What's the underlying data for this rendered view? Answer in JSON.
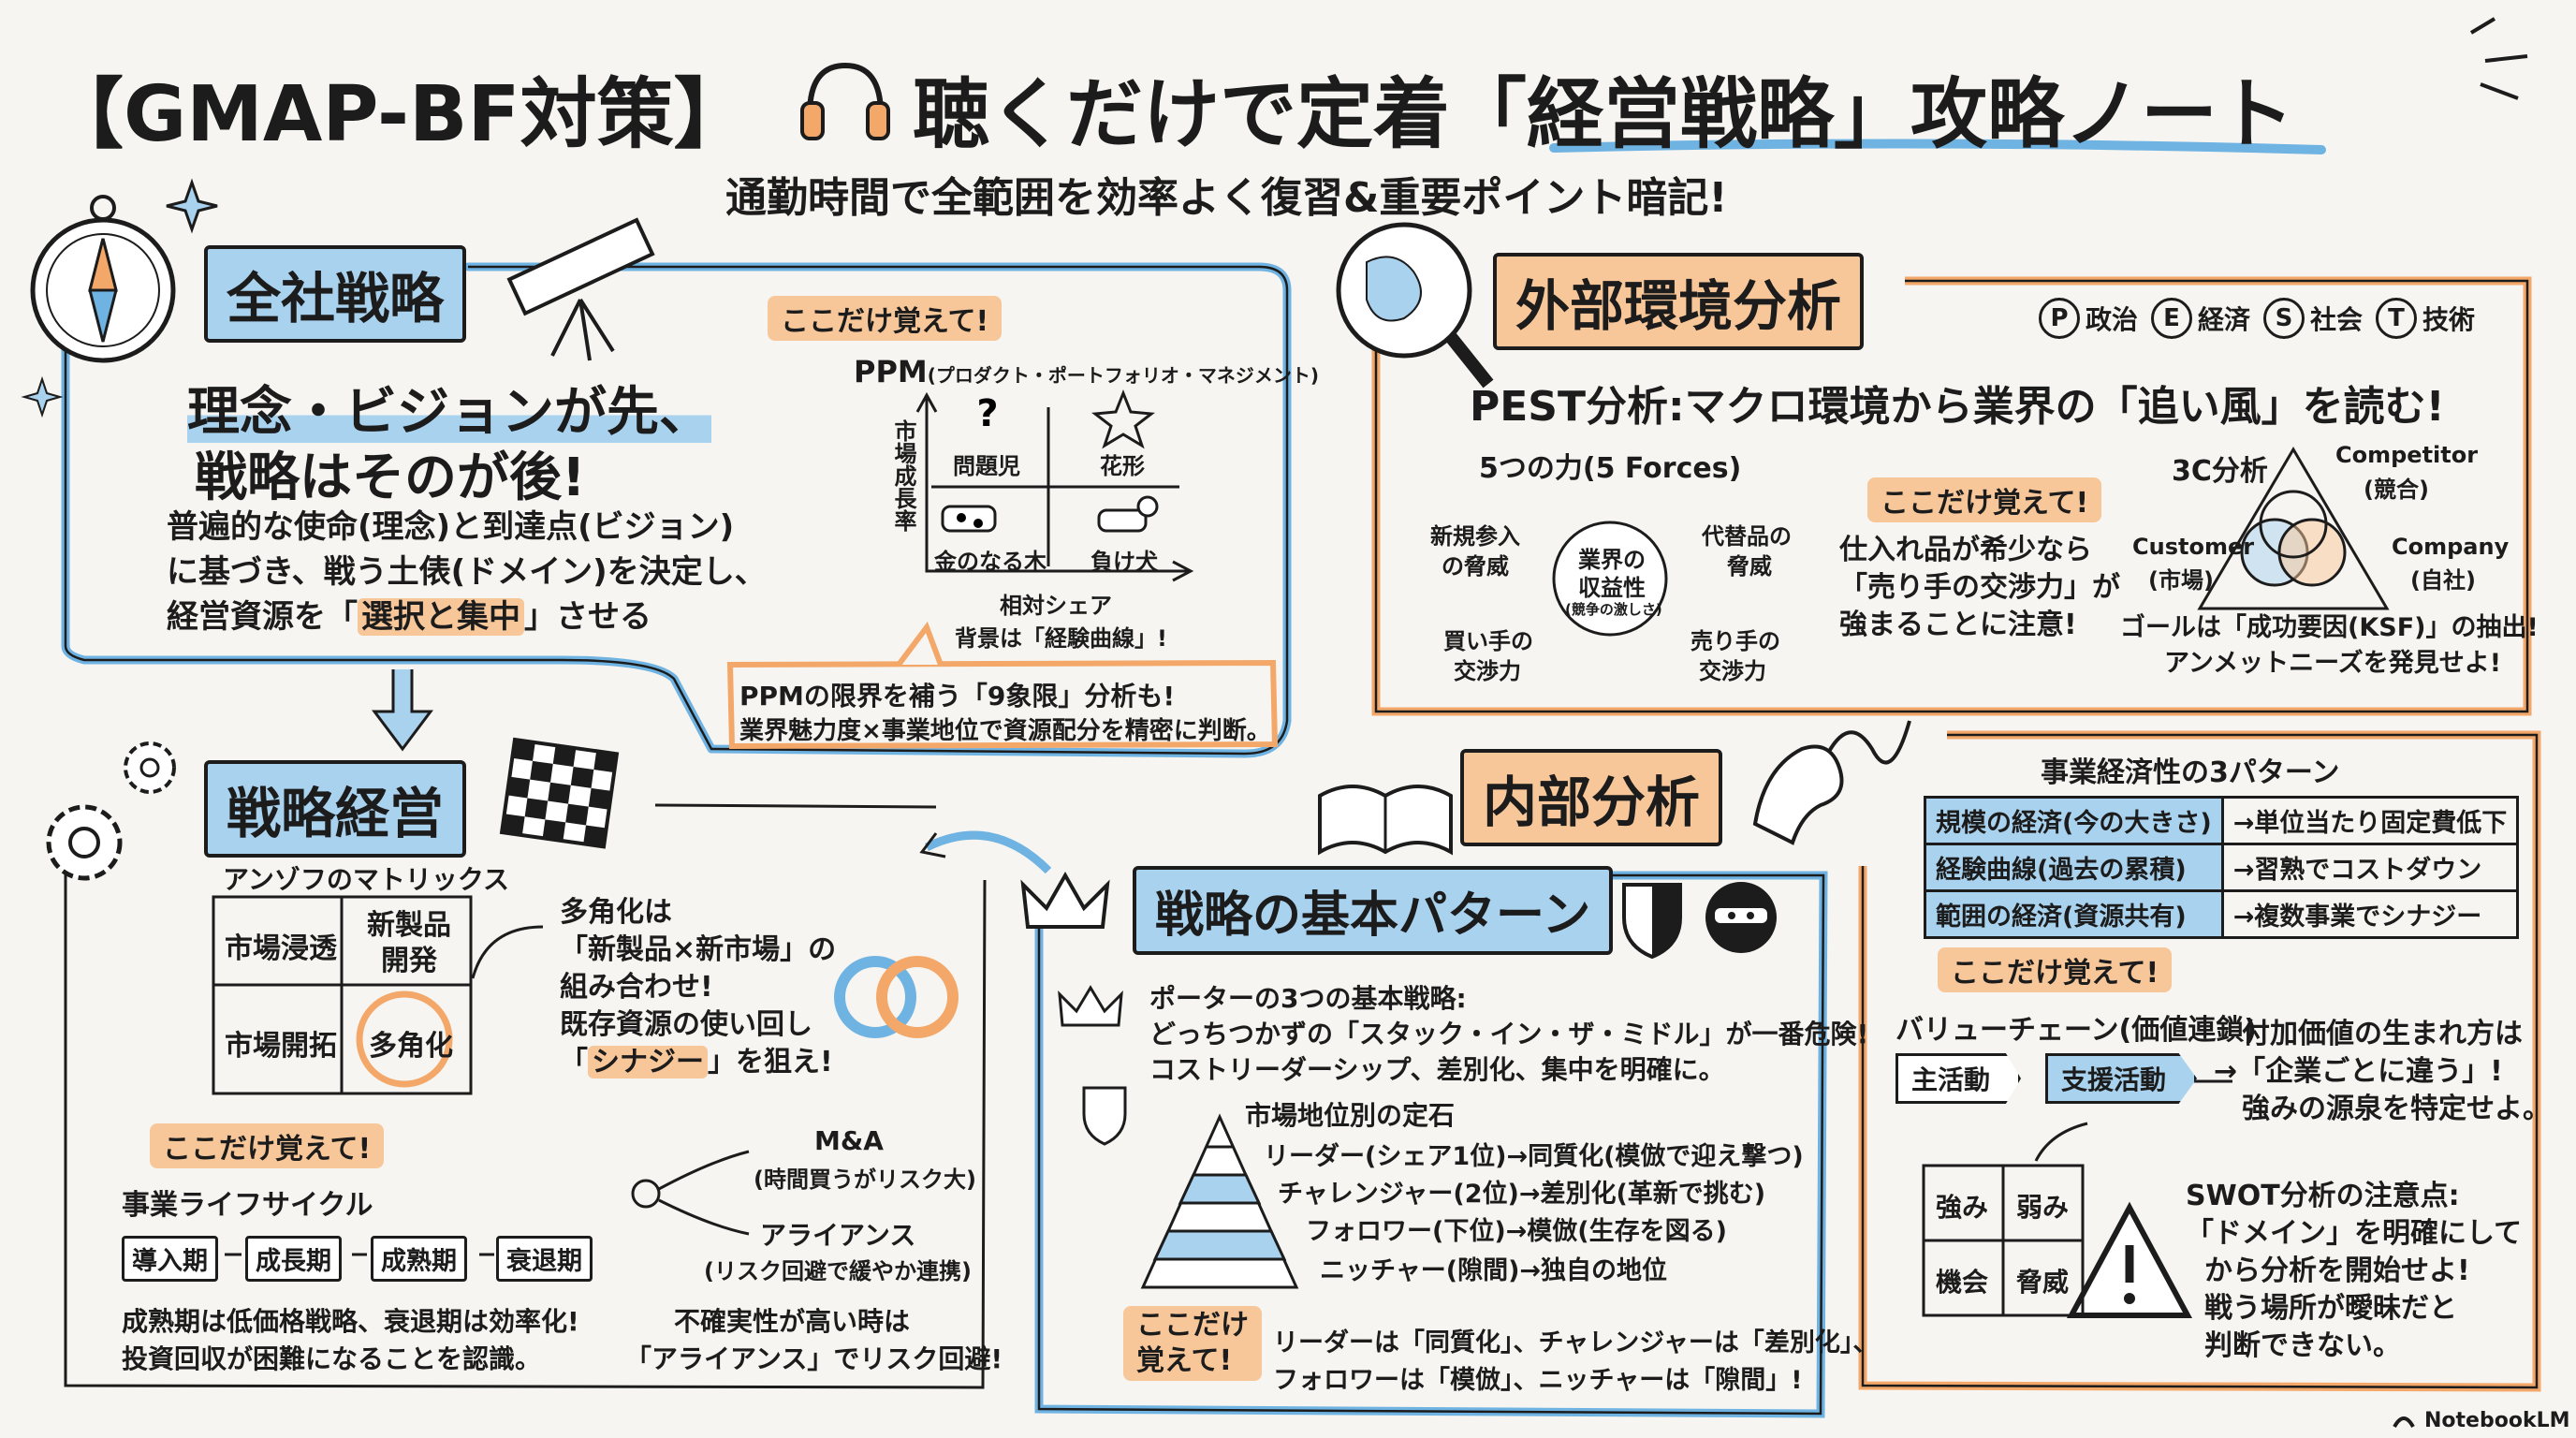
{
  "header": {
    "title_left": "【GMAP-BF対策】",
    "title_right": "聴くだけで定着「経営戦略」攻略ノート",
    "subtitle": "通勤時間で全範囲を効率よく復習&重要ポイント暗記!"
  },
  "memo_label": "ここだけ覚えて!",
  "memo_label_split": [
    "ここだけ",
    "覚えて!"
  ],
  "zensha": {
    "title": "全社戦略",
    "headline_1": "理念・ビジョンが先、",
    "headline_2": "戦略はそのが後!",
    "body_1": "普遍的な使命(理念)と到達点(ビジョン)",
    "body_2": "に基づき、戦う土俵(ドメイン)を決定し、",
    "body_3a": "経営資源を「",
    "body_3b": "選択と集中",
    "body_3c": "」させる",
    "ppm": {
      "title": "PPM",
      "title_sub": "(プロダクト・ポートフォリオ・マネジメント)",
      "y_axis": "市場成長率",
      "x_axis": "相対シェア",
      "q1": "問題児",
      "q2": "花形",
      "q3": "金のなる木",
      "q4": "負け犬",
      "note": "背景は「経験曲線」!"
    },
    "callout_1": "PPMの限界を補う「9象限」分析も!",
    "callout_2": "業界魅力度×事業地位で資源配分を精密に判断。"
  },
  "senryaku_keiei": {
    "title": "戦略経営",
    "ansoff_title": "アンゾフのマトリックス",
    "cells": [
      "市場浸透",
      "新製品開発",
      "市場開拓",
      "多角化"
    ],
    "div_1": "多角化は",
    "div_2": "「新製品×新市場」の",
    "div_3": "組み合わせ!",
    "div_4": "既存資源の使い回し",
    "div_5a": "「",
    "div_5b": "シナジー",
    "div_5c": "」を狙え!",
    "lifecycle_title": "事業ライフサイクル",
    "stages": [
      "導入期",
      "成長期",
      "成熟期",
      "衰退期"
    ],
    "lc_note_1": "成熟期は低価格戦略、衰退期は効率化!",
    "lc_note_2": "投資回収が困難になることを認識。",
    "ma": "M&A",
    "ma_sub": "(時間買うがリスク大)",
    "alliance": "アライアンス",
    "alliance_sub": "(リスク回避で緩やか連携)",
    "alliance_note_1": "不確実性が高い時は",
    "alliance_note_2": "「アライアンス」でリスク回避!"
  },
  "basic_pattern": {
    "title": "戦略の基本パターン",
    "porter_1": "ポーターの3つの基本戦略:",
    "porter_2": "どっちつかずの「スタック・イン・ザ・ミドル」が一番危険!",
    "porter_3": "コストリーダーシップ、差別化、集中を明確に。",
    "position_title": "市場地位別の定石",
    "positions": [
      "リーダー(シェア1位)→同質化(模倣で迎え撃つ)",
      "チャレンジャー(2位)→差別化(革新で挑む)",
      "フォロワー(下位)→模倣(生存を図る)",
      "ニッチャー(隙間)→独自の地位"
    ],
    "memo_1": "リーダーは「同質化」、チャレンジャーは「差別化」、",
    "memo_2": "フォロワーは「模倣」、ニッチャーは「隙間」!"
  },
  "gaibu": {
    "title": "外部環境分析",
    "pest_items": [
      {
        "letter": "P",
        "label": "政治"
      },
      {
        "letter": "E",
        "label": "経済"
      },
      {
        "letter": "S",
        "label": "社会"
      },
      {
        "letter": "T",
        "label": "技術"
      }
    ],
    "pest_line": "PEST分析:マクロ環境から業界の「追い風」を読む!",
    "five_title": "5つの力(5 Forces)",
    "five_center_1": "業界の",
    "five_center_2": "収益性",
    "five_center_3": "(競争の激しさ)",
    "f_new_1": "新規参入",
    "f_new_2": "の脅威",
    "f_sub_1": "代替品の",
    "f_sub_2": "脅威",
    "f_buy_1": "買い手の",
    "f_buy_2": "交渉力",
    "f_sell_1": "売り手の",
    "f_sell_2": "交渉力",
    "memo_1": "仕入れ品が希少なら",
    "memo_2": "「売り手の交渉力」が",
    "memo_3": "強まることに注意!",
    "c3_title": "3C分析",
    "competitor": "Competitor",
    "competitor_jp": "(競合)",
    "customer": "Customer",
    "customer_jp": "(市場)",
    "company": "Company",
    "company_jp": "(自社)",
    "goal_1": "ゴールは「成功要因(KSF)」の抽出!",
    "goal_2": "アンメットニーズを発見せよ!"
  },
  "naibu": {
    "title": "内部分析",
    "econ_title": "事業経済性の3パターン",
    "econ_rows": [
      {
        "left": "規模の経済(今の大きさ)",
        "right": "→単位当たり固定費低下"
      },
      {
        "left": "経験曲線(過去の累積)",
        "right": "→習熟でコストダウン"
      },
      {
        "left": "範囲の経済(資源共有)",
        "right": "→複数事業でシナジー"
      }
    ],
    "vc_title": "バリューチェーン(価値連鎖)",
    "vc_main": "主活動",
    "vc_support": "支援活動",
    "vc_note_1": "付加価値の生まれ方は",
    "vc_note_2": "→「企業ごとに違う」!",
    "vc_note_3": "強みの源泉を特定せよ。",
    "swot": [
      "強み",
      "弱み",
      "機会",
      "脅威"
    ],
    "swot_note_1": "SWOT分析の注意点:",
    "swot_note_2": "「ドメイン」を明確にして",
    "swot_note_3": "から分析を開始せよ!",
    "swot_note_4": "戦う場所が曖昧だと",
    "swot_note_5": "判断できない。"
  },
  "footer": {
    "brand": "NotebookLM"
  }
}
